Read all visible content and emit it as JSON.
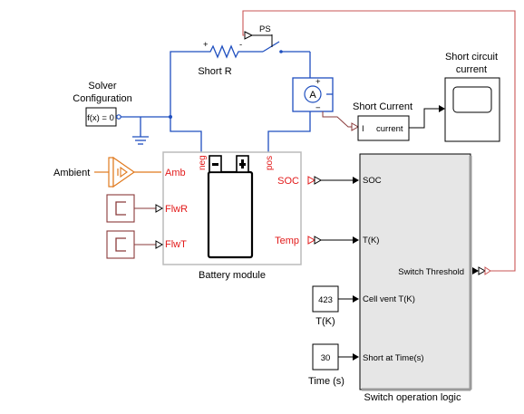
{
  "diagram": {
    "solver": {
      "title_line1": "Solver",
      "title_line2": "Configuration",
      "expr": "f(x) = 0"
    },
    "short_r": {
      "label": "Short R",
      "plus": "+",
      "minus": "-"
    },
    "ps_switch": {
      "label": "PS"
    },
    "ammeter": {
      "symbol": "A",
      "plus": "+",
      "minus": "−"
    },
    "short_current": {
      "label": "Short Current",
      "port_in": "I",
      "port_out": "current"
    },
    "scope": {
      "title_line1": "Short circuit",
      "title_line2": "current"
    },
    "ambient": {
      "label": "Ambient",
      "port": "Amb"
    },
    "flwr": {
      "port": "FlwR"
    },
    "flwt": {
      "port": "FlwT"
    },
    "battery": {
      "label": "Battery module",
      "neg": "neg",
      "pos": "pos",
      "soc": "SOC",
      "temp": "Temp"
    },
    "logic": {
      "label": "Switch operation logic",
      "in_soc": "SOC",
      "in_tk": "T(K)",
      "in_vent": "Cell vent T(K)",
      "in_short": "Short at Time(s)",
      "out_threshold": "Switch Threshold"
    },
    "const_temp": {
      "value": "423",
      "label": "T(K)"
    },
    "const_time": {
      "value": "30",
      "label": "Time (s)"
    }
  }
}
